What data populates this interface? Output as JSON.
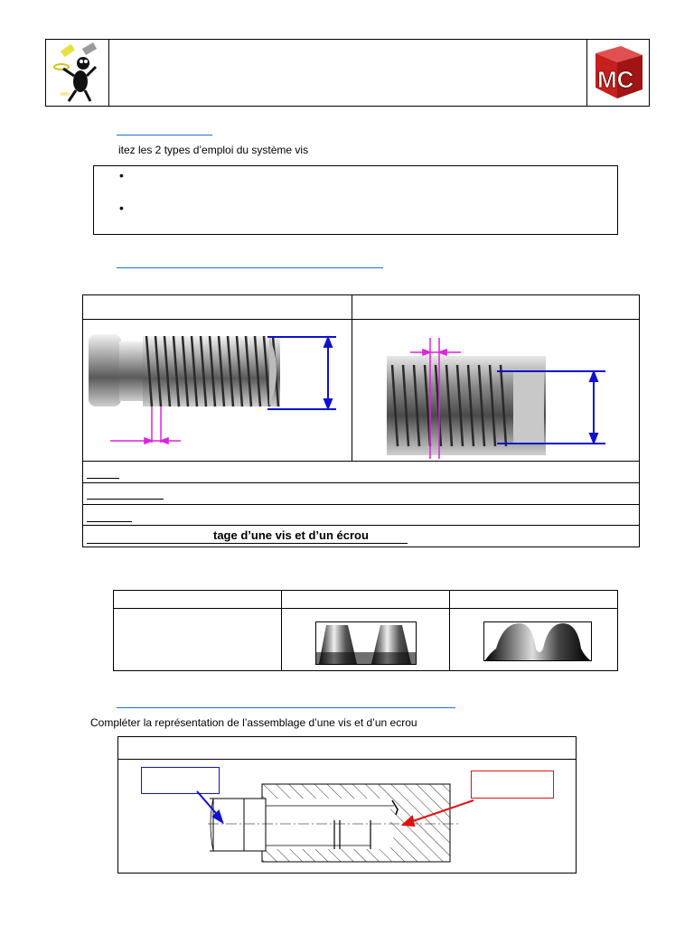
{
  "exercise1": {
    "question": "itez les 2 types d’emploi du système vis"
  },
  "thread_table": {
    "caption": "tage d’une vis et d’un écrou"
  },
  "exercise3": {
    "instruction": "Compléter la représentation de l’assemblage d’une vis et d’un ecrou"
  },
  "logos": {
    "right_logo_text": "MC"
  },
  "colors": {
    "blue_rule": "#1f6fd0",
    "magenta_dim": "#e020e0",
    "blue_dim": "#1010d0",
    "red_arrow": "#e01010"
  }
}
